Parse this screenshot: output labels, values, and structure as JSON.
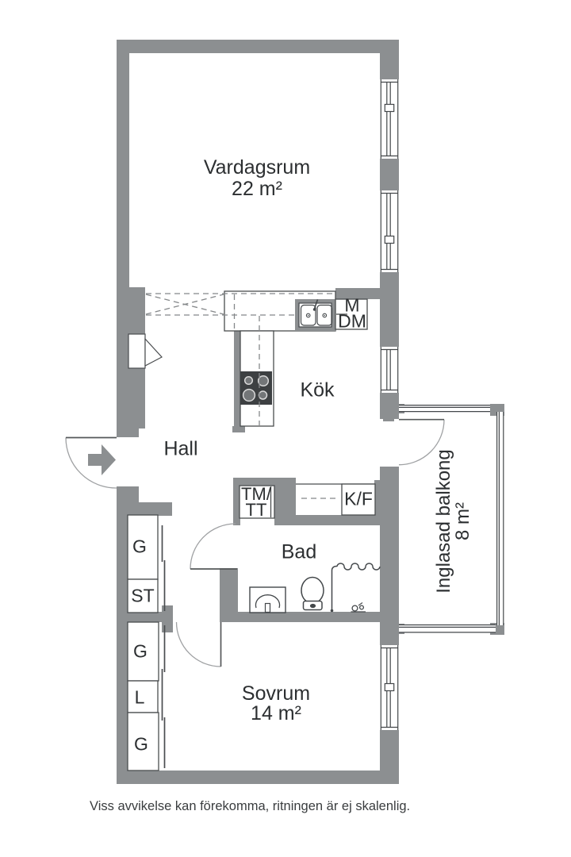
{
  "plan": {
    "rooms": {
      "living": {
        "name": "Vardagsrum",
        "area": "22 m²"
      },
      "kitchen": {
        "name": "Kök"
      },
      "hall": {
        "name": "Hall"
      },
      "bath": {
        "name": "Bad"
      },
      "bedroom": {
        "name": "Sovrum",
        "area": "14 m²"
      },
      "balcony": {
        "name": "Inglasad balkong",
        "area": "8 m²"
      }
    },
    "appliances": {
      "microwave": "M",
      "dishwasher": "DM",
      "washer": "TM/",
      "dryer": "TT",
      "fridge_freezer": "K/F"
    },
    "closets": {
      "wardrobe": "G",
      "cleaning": "ST",
      "linen": "L"
    },
    "footer": {
      "disclaimer": "Viss avvikelse kan förekomma, ritningen är ej skalenlig."
    },
    "colors": {
      "wall": "#8c8f91",
      "line": "#43474a",
      "text": "#2c2f31",
      "background": "#ffffff"
    }
  }
}
